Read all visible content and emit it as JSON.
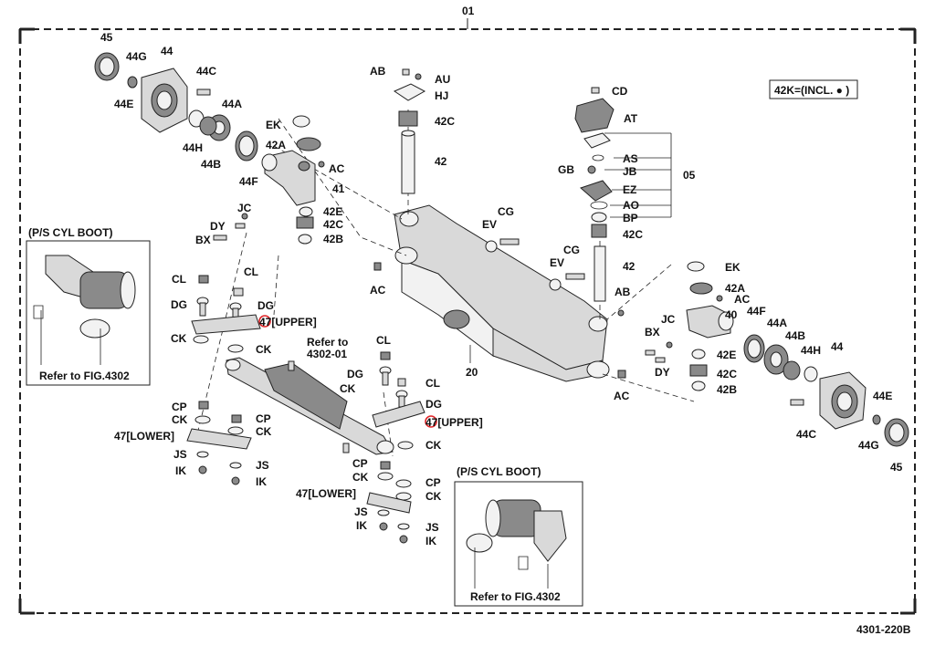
{
  "sheet_number": "01",
  "figure_id": "4301-220B",
  "legend_note": "42K=(INCL. ● )",
  "group_label": "05",
  "inset_title": "(P/S CYL BOOT)",
  "inset_ref": "Refer to FIG.4302",
  "cylinder_ref_line1": "Refer to",
  "cylinder_ref_line2": "4302-01",
  "labels": {
    "45": "45",
    "44G": "44G",
    "44": "44",
    "44E": "44E",
    "44C": "44C",
    "44A": "44A",
    "44H": "44H",
    "44B": "44B",
    "44F": "44F",
    "EK": "EK",
    "42A": "42A",
    "AC": "AC",
    "41": "41",
    "42E": "42E",
    "42C": "42C",
    "42B": "42B",
    "JC": "JC",
    "DY": "DY",
    "BX": "BX",
    "CL": "CL",
    "DG": "DG",
    "CK": "CK",
    "CP": "CP",
    "JS": "JS",
    "IK": "IK",
    "47_upper": "47[UPPER]",
    "47_lower": "47[LOWER]",
    "AB": "AB",
    "AU": "AU",
    "HJ": "HJ",
    "42": "42",
    "CG": "CG",
    "EV": "EV",
    "CD": "CD",
    "AT": "AT",
    "AS": "AS",
    "GB": "GB",
    "JB": "JB",
    "EZ": "EZ",
    "AO": "AO",
    "BP": "BP",
    "20": "20",
    "40": "40"
  }
}
